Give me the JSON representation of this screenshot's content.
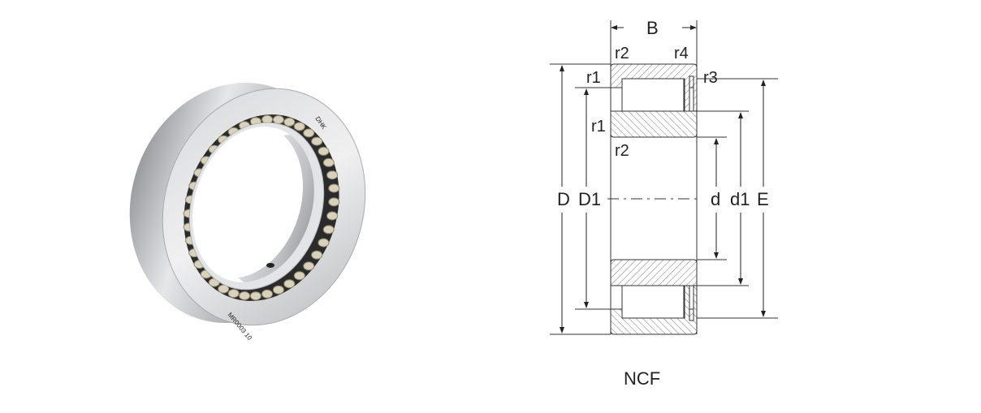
{
  "photo": {
    "brand_marking": "DHK",
    "part_marking": "MR0003 10",
    "roller_count": 40
  },
  "diagram": {
    "labels": {
      "B": "B",
      "r2_top": "r2",
      "r4": "r4",
      "r1_top": "r1",
      "r3": "r3",
      "r1_mid": "r1",
      "r2_mid": "r2",
      "D": "D",
      "D1": "D1",
      "d": "d",
      "d1": "d1",
      "E": "E"
    },
    "caption": "NCF"
  },
  "colors": {
    "line": "#333333",
    "steel": "#c8c9cc",
    "roller": "#d9d2b8"
  }
}
